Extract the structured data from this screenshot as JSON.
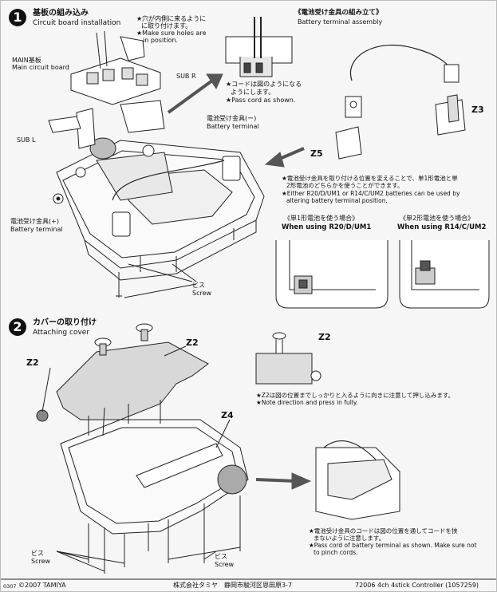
{
  "step1": {
    "number": "1",
    "title_jp": "基板の組み込み",
    "title_en": "Circuit board installation",
    "hole_note_jp": "★穴が内側に来るように",
    "hole_note_jp2": "に取り付けます。",
    "hole_note_en": "★Make sure holes are",
    "hole_note_en2": "in position.",
    "main_board_jp": "MAIN基板",
    "main_board_en": "Main circuit board",
    "sub_r": "SUB R",
    "sub_l": "SUB L",
    "batt_minus_jp": "電池受け金具(ー)",
    "batt_minus_en": "Battery terminal",
    "batt_plus_jp": "電池受け金具(+)",
    "batt_plus_en": "Battery terminal",
    "cord_note_jp": "★コードは図のようになる",
    "cord_note_jp2": "ようにします。",
    "cord_note_en": "★Pass cord as shown.",
    "screw_jp": "ビス",
    "screw_en": "Screw"
  },
  "battery_assembly": {
    "title_jp": "《電池受け金具の組み立て》",
    "title_en": "Battery terminal assembly",
    "part_z3": "Z3",
    "part_z5": "Z5",
    "note_jp": "★電池受け金具を取り付ける位置を変えることで、単1形電池と単",
    "note_jp2": "2形電池のどちらかを使うことができます。",
    "note_en": "★Either R20/D/UM1 or R14/C/UM2 batteries can be used by",
    "note_en2": "altering battery terminal position.",
    "r20_jp": "《単1形電池を使う場合》",
    "r20_en": "When using R20/D/UM1",
    "r14_jp": "《単2形電池を使う場合》",
    "r14_en": "When using R14/C/UM2"
  },
  "step2": {
    "number": "2",
    "title_jp": "カバーの取り付け",
    "title_en": "Attaching cover",
    "part_z2a": "Z2",
    "part_z2b": "Z2",
    "part_z2c": "Z2",
    "part_z4": "Z4",
    "z2_note_jp": "★Z2は図の位置までしっかりと入るように向きに注意して押し込みます。",
    "z2_note_en": "★Note direction and press in fully.",
    "cord_note_jp": "★電池受け金具のコードは図の位置を通してコードを挟",
    "cord_note_jp2": "まないように注意します。",
    "cord_note_en": "★Pass cord of battery terminal as shown. Make sure not",
    "cord_note_en2": "to pinch cords.",
    "screw_a_jp": "ビス",
    "screw_a_en": "Screw",
    "screw_b_jp": "ビス",
    "screw_b_en": "Screw"
  },
  "footer": {
    "code": "0307",
    "copyright": "©2007 TAMIYA",
    "company": "株式会社タミヤ　静岡市駿河区恩田原3-7",
    "product": "72006  4ch 4stick Controller (1057259)"
  }
}
